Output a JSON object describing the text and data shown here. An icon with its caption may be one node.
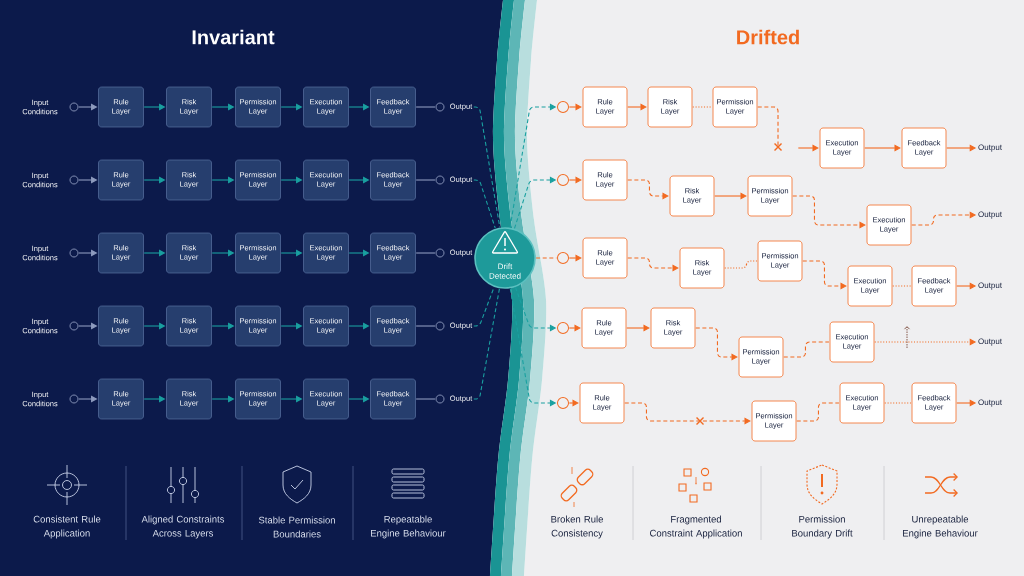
{
  "diagram": {
    "nodes": [
      {
        "text": [],
        "shape": "circle",
        "beside": [
          "Input Conditions"
        ]
      },
      {
        "text": [
          "Rule Layer"
        ]
      },
      {
        "text": [
          "Risk Layer"
        ]
      },
      {
        "text": [
          "Permission Layer"
        ]
      },
      {
        "text": [
          "Execution Layer"
        ]
      },
      {
        "text": [
          "Feedback Layer"
        ]
      },
      {
        "text": [],
        "shape": "circle"
      },
      {
        "text": [
          "Output"
        ]
      },
      {
        "text": [],
        "shape": "circle",
        "beside": [
          "Input Conditions"
        ]
      },
      {
        "text": [
          "Rule Layer"
        ]
      },
      {
        "text": [
          "Risk Layer"
        ]
      },
      {
        "text": [
          "Permission Layer"
        ]
      },
      {
        "text": [
          "Execution Layer"
        ]
      },
      {
        "text": [
          "Feedback Layer"
        ]
      },
      {
        "text": [],
        "shape": "circle"
      },
      {
        "text": [
          "Output"
        ]
      },
      {
        "text": [],
        "shape": "circle",
        "beside": [
          "Input Conditions"
        ]
      },
      {
        "text": [
          "Rule Layer"
        ]
      },
      {
        "text": [
          "Risk Layer"
        ]
      },
      {
        "text": [
          "Permission Layer"
        ]
      },
      {
        "text": [
          "Execution Layer"
        ]
      },
      {
        "text": [
          "Feedback Layer"
        ]
      },
      {
        "text": [],
        "shape": "circle"
      },
      {
        "text": [
          "Output"
        ]
      },
      {
        "text": [],
        "shape": "circle",
        "beside": [
          "Input Conditions"
        ]
      },
      {
        "text": [
          "Rule Layer"
        ]
      },
      {
        "text": [
          "Risk Layer"
        ]
      },
      {
        "text": [
          "Permission Layer"
        ]
      },
      {
        "text": [
          "Execution Layer"
        ]
      },
      {
        "text": [
          "Feedback Layer"
        ]
      },
      {
        "text": [],
        "shape": "circle"
      },
      {
        "text": [
          "Output"
        ]
      },
      {
        "text": [],
        "shape": "circle",
        "beside": [
          "Input Conditions"
        ]
      },
      {
        "text": [
          "Rule Layer"
        ]
      },
      {
        "text": [
          "Risk Layer"
        ]
      },
      {
        "text": [
          "Permission Layer"
        ]
      },
      {
        "text": [
          "Execution Layer"
        ]
      },
      {
        "text": [
          "Feedback Layer"
        ]
      },
      {
        "text": [],
        "shape": "circle"
      },
      {
        "text": [
          "Output"
        ]
      },
      {
        "text": [
          "Drift Detected"
        ]
      },
      {
        "text": [],
        "shape": "circle"
      },
      {
        "text": [
          "Rule Layer"
        ]
      },
      {
        "text": [
          "Risk Layer"
        ]
      },
      {
        "text": [
          "Permission Layer"
        ]
      },
      {
        "text": [
          "Execution Layer"
        ]
      },
      {
        "text": [
          "Feedback Layer"
        ]
      },
      {
        "text": [
          "Output"
        ]
      },
      {
        "text": [],
        "shape": "circle"
      },
      {
        "text": [
          "Rule Layer"
        ]
      },
      {
        "text": [
          "Risk Layer"
        ]
      },
      {
        "text": [
          "Permission Layer"
        ]
      },
      {
        "text": [
          "Execution Layer"
        ]
      },
      {
        "text": [
          "Output"
        ]
      },
      {
        "text": [],
        "shape": "circle"
      },
      {
        "text": [
          "Rule Layer"
        ]
      },
      {
        "text": [
          "Risk Layer"
        ]
      },
      {
        "text": [
          "Permission Layer"
        ]
      },
      {
        "text": [
          "Execution Layer"
        ]
      },
      {
        "text": [
          "Feedback Layer"
        ]
      },
      {
        "text": [
          "Output"
        ]
      },
      {
        "text": [],
        "shape": "circle"
      },
      {
        "text": [
          "Rule Layer"
        ]
      },
      {
        "text": [
          "Risk Layer"
        ]
      },
      {
        "text": [
          "Permission Layer"
        ]
      },
      {
        "text": [
          "Execution Layer"
        ]
      },
      {
        "text": [
          "Output"
        ]
      },
      {
        "text": [],
        "shape": "circle"
      },
      {
        "text": [
          "Rule Layer"
        ]
      },
      {
        "text": [
          "Permission Layer"
        ]
      },
      {
        "text": [
          "Execution Layer"
        ]
      },
      {
        "text": [
          "Feedback Layer"
        ]
      },
      {
        "text": [
          "Output"
        ]
      }
    ],
    "edges": [
      {
        "from": 0,
        "to": 1,
        "arrow": "to",
        "color": "#8e9bbe"
      },
      {
        "from": 1,
        "to": 2,
        "arrow": "to",
        "color": "#1aa0a0"
      },
      {
        "from": 2,
        "to": 3,
        "arrow": "to",
        "color": "#1aa0a0"
      },
      {
        "from": 3,
        "to": 4,
        "arrow": "to",
        "color": "#1aa0a0"
      },
      {
        "from": 4,
        "to": 5,
        "arrow": "to",
        "color": "#1aa0a0"
      },
      {
        "from": 5,
        "to": 6,
        "arrow": "none",
        "color": "#8e9bbe"
      },
      {
        "from": 8,
        "to": 9,
        "arrow": "to",
        "color": "#8e9bbe"
      },
      {
        "from": 9,
        "to": 10,
        "arrow": "to",
        "color": "#1aa0a0"
      },
      {
        "from": 10,
        "to": 11,
        "arrow": "to",
        "color": "#1aa0a0"
      },
      {
        "from": 11,
        "to": 12,
        "arrow": "to",
        "color": "#1aa0a0"
      },
      {
        "from": 12,
        "to": 13,
        "arrow": "to",
        "color": "#1aa0a0"
      },
      {
        "from": 13,
        "to": 14,
        "arrow": "none",
        "color": "#8e9bbe"
      },
      {
        "from": 16,
        "to": 17,
        "arrow": "to",
        "color": "#8e9bbe"
      },
      {
        "from": 17,
        "to": 18,
        "arrow": "to",
        "color": "#1aa0a0"
      },
      {
        "from": 18,
        "to": 19,
        "arrow": "to",
        "color": "#1aa0a0"
      },
      {
        "from": 19,
        "to": 20,
        "arrow": "to",
        "color": "#1aa0a0"
      },
      {
        "from": 20,
        "to": 21,
        "arrow": "to",
        "color": "#1aa0a0"
      },
      {
        "from": 21,
        "to": 22,
        "arrow": "none",
        "color": "#8e9bbe"
      },
      {
        "from": 24,
        "to": 25,
        "arrow": "to",
        "color": "#8e9bbe"
      },
      {
        "from": 25,
        "to": 26,
        "arrow": "to",
        "color": "#1aa0a0"
      },
      {
        "from": 26,
        "to": 27,
        "arrow": "to",
        "color": "#1aa0a0"
      },
      {
        "from": 27,
        "to": 28,
        "arrow": "to",
        "color": "#1aa0a0"
      },
      {
        "from": 28,
        "to": 29,
        "arrow": "to",
        "color": "#1aa0a0"
      },
      {
        "from": 29,
        "to": 30,
        "arrow": "none",
        "color": "#8e9bbe"
      },
      {
        "from": 32,
        "to": 33,
        "arrow": "to",
        "color": "#8e9bbe"
      },
      {
        "from": 33,
        "to": 34,
        "arrow": "to",
        "color": "#1aa0a0"
      },
      {
        "from": 34,
        "to": 35,
        "arrow": "to",
        "color": "#1aa0a0"
      },
      {
        "from": 35,
        "to": 36,
        "arrow": "to",
        "color": "#1aa0a0"
      },
      {
        "from": 36,
        "to": 37,
        "arrow": "to",
        "color": "#1aa0a0"
      },
      {
        "from": 37,
        "to": 38,
        "arrow": "none",
        "color": "#8e9bbe"
      },
      {
        "from": 7,
        "to": 40,
        "arrow": "none",
        "style": "dashed",
        "color": "#1aa0a0"
      },
      {
        "from": 15,
        "to": 40,
        "arrow": "none",
        "style": "dashed",
        "color": "#1aa0a0"
      },
      {
        "from": 31,
        "to": 40,
        "arrow": "none",
        "style": "dashed",
        "color": "#1aa0a0"
      },
      {
        "from": 39,
        "to": 40,
        "arrow": "none",
        "style": "dashed",
        "color": "#1aa0a0"
      },
      {
        "from": 40,
        "to": 41,
        "arrow": "to",
        "style": "dashed",
        "color": "#1aa0a0"
      },
      {
        "from": 40,
        "to": 48,
        "arrow": "to",
        "style": "dashed",
        "color": "#1aa0a0"
      },
      {
        "from": 40,
        "to": 54,
        "arrow": "none",
        "style": "dashed"
      },
      {
        "from": 40,
        "to": 61,
        "arrow": "to",
        "style": "dashed",
        "color": "#1aa0a0"
      },
      {
        "from": 40,
        "to": 67,
        "arrow": "to",
        "style": "dashed",
        "color": "#1aa0a0"
      },
      {
        "from": 41,
        "to": 42,
        "arrow": "to"
      },
      {
        "from": 42,
        "to": 43,
        "arrow": "to"
      },
      {
        "from": 43,
        "to": 44,
        "arrow": "none",
        "style": "dashed"
      },
      {
        "from": 44,
        "to": null,
        "arrow": "none",
        "style": "dashed"
      },
      {
        "from": null,
        "to": 45,
        "arrow": "to"
      },
      {
        "from": 45,
        "to": 46,
        "arrow": "to"
      },
      {
        "from": 46,
        "to": 47,
        "arrow": "to"
      },
      {
        "from": 48,
        "to": 49,
        "arrow": "to"
      },
      {
        "from": 49,
        "to": 50,
        "arrow": "to",
        "style": "dashed"
      },
      {
        "from": 50,
        "to": 51,
        "arrow": "to"
      },
      {
        "from": 51,
        "to": 52,
        "arrow": "to",
        "style": "dashed"
      },
      {
        "from": 52,
        "to": 53,
        "arrow": "to",
        "style": "dashed"
      },
      {
        "from": 54,
        "to": 55,
        "arrow": "to"
      },
      {
        "from": 55,
        "to": 56,
        "arrow": "to",
        "style": "dashed"
      },
      {
        "from": 56,
        "to": 57,
        "arrow": "none",
        "style": "dashed"
      },
      {
        "from": 57,
        "to": 58,
        "arrow": "to",
        "style": "dashed"
      },
      {
        "from": 58,
        "to": 59,
        "arrow": "none",
        "style": "dashed"
      },
      {
        "from": 59,
        "to": 60,
        "arrow": "to"
      },
      {
        "from": 61,
        "to": 62,
        "arrow": "to"
      },
      {
        "from": 62,
        "to": 63,
        "arrow": "to"
      },
      {
        "from": 63,
        "to": 64,
        "arrow": "to",
        "style": "dashed"
      },
      {
        "from": 64,
        "to": 65,
        "arrow": "none",
        "style": "dashed"
      },
      {
        "from": 65,
        "to": 66,
        "arrow": "to",
        "style": "dashed"
      },
      {
        "from": 67,
        "to": 68,
        "arrow": "to"
      },
      {
        "from": 68,
        "to": 69,
        "arrow": "to",
        "style": "dashed"
      },
      {
        "from": 69,
        "to": 70,
        "arrow": "none",
        "style": "dashed"
      },
      {
        "from": 70,
        "to": 71,
        "arrow": "none",
        "style": "dashed"
      },
      {
        "from": 71,
        "to": 72,
        "arrow": "to"
      }
    ],
    "labels": [
      "Invariant",
      "Drifted",
      "Consistent Rule Application",
      "Aligned Constraints Across Layers",
      "Stable Permission Boundaries",
      "Repeatable Engine Behaviour",
      "Broken Rule Consistency",
      "Fragmented Constraint Application",
      "Permission Boundary Drift",
      "Unrepeatable Engine Behaviour"
    ]
  }
}
